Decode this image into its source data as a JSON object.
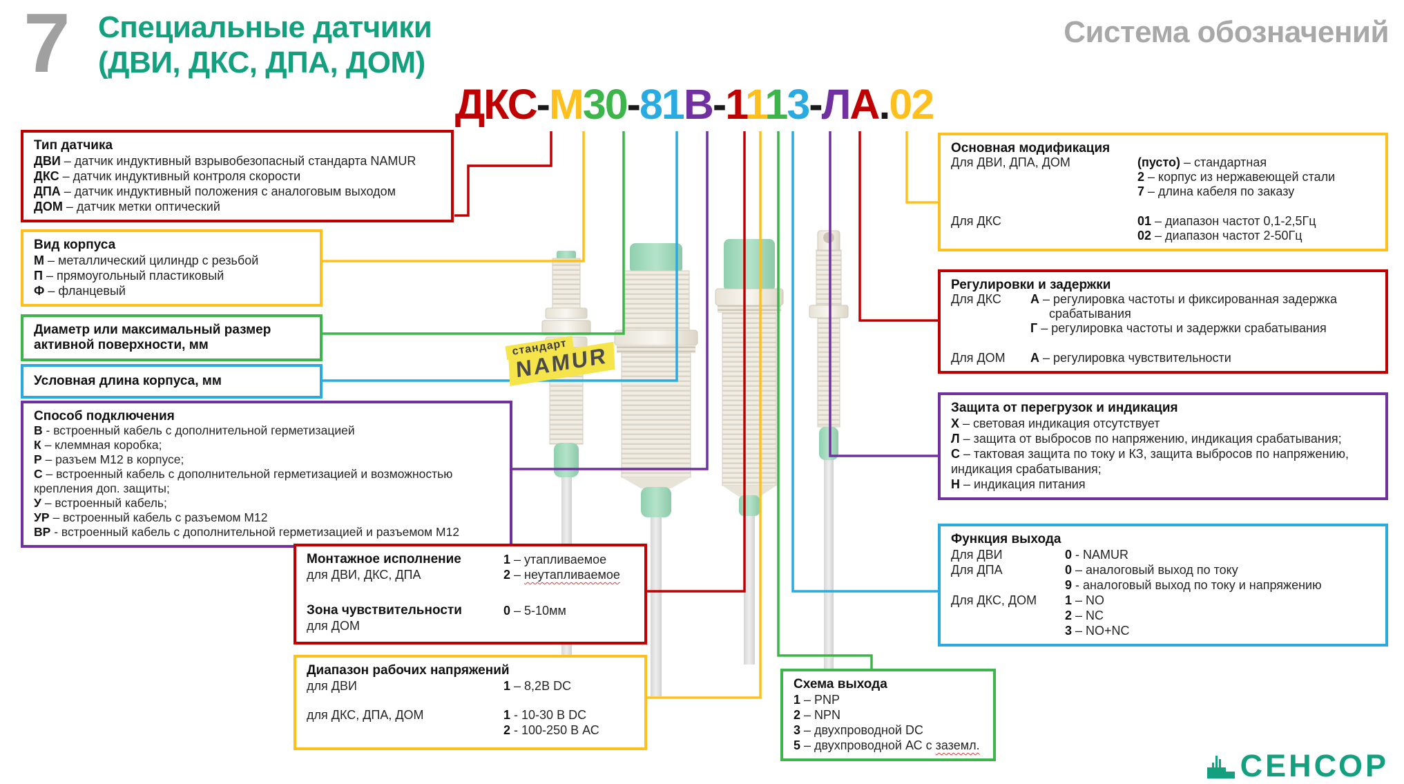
{
  "header": {
    "chapter_number": "7",
    "title_line1": "Специальные датчики",
    "title_line2": "(ДВИ, ДКС, ДПА, ДОМ)",
    "subtitle": "Система обозначений"
  },
  "code": {
    "full": "ДКС-М30-81В-1113-ЛА.02",
    "segments": [
      {
        "text": "ДКС",
        "color": "#c00000"
      },
      {
        "text": "-",
        "color": "#1a1a1a"
      },
      {
        "text": "М",
        "color": "#ffc01e"
      },
      {
        "text": "30",
        "color": "#3cb54a"
      },
      {
        "text": "-",
        "color": "#1a1a1a"
      },
      {
        "text": "81",
        "color": "#29abe2"
      },
      {
        "text": "В",
        "color": "#7030a0"
      },
      {
        "text": "-",
        "color": "#1a1a1a"
      },
      {
        "text": "1",
        "color": "#c00000"
      },
      {
        "text": "1",
        "color": "#ffc01e"
      },
      {
        "text": "1",
        "color": "#3cb54a"
      },
      {
        "text": "3",
        "color": "#29abe2"
      },
      {
        "text": "-",
        "color": "#1a1a1a"
      },
      {
        "text": "Л",
        "color": "#7030a0"
      },
      {
        "text": "А",
        "color": "#c00000"
      },
      {
        "text": ".",
        "color": "#1a1a1a"
      },
      {
        "text": "02",
        "color": "#ffc01e"
      }
    ]
  },
  "boxes": {
    "tip": {
      "title": "Тип датчика",
      "items": [
        {
          "c": "ДВИ",
          "t": "– датчик индуктивный взрывобезопасный стандарта NAMUR"
        },
        {
          "c": "ДКС",
          "t": "– датчик индуктивный контроля скорости"
        },
        {
          "c": "ДПА",
          "t": "– датчик индуктивный положения с аналоговым выходом"
        },
        {
          "c": "ДОМ",
          "t": "– датчик метки оптический"
        }
      ]
    },
    "vid": {
      "title": "Вид корпуса",
      "items": [
        {
          "c": "М",
          "t": "– металлический цилиндр с резьбой"
        },
        {
          "c": "П",
          "t": "– прямоугольный пластиковый"
        },
        {
          "c": "Ф",
          "t": "– фланцевый"
        }
      ]
    },
    "diam": {
      "title": "Диаметр или максимальный размер активной поверхности, мм"
    },
    "dlina": {
      "title": "Условная длина корпуса, мм"
    },
    "sposob": {
      "title": "Способ подключения",
      "items": [
        {
          "c": "В",
          "t": "- встроенный кабель с дополнительной герметизацией"
        },
        {
          "c": "К",
          "t": "– клеммная коробка;"
        },
        {
          "c": "Р",
          "t": "– разъем М12 в корпусе;"
        },
        {
          "c": "С",
          "t": "– встроенный кабель с дополнительной герметизацией и возможностью крепления доп. защиты;"
        },
        {
          "c": "У",
          "t": "– встроенный кабель;"
        },
        {
          "c": "УР",
          "t": "– встроенный кабель с разъемом М12"
        },
        {
          "c": "ВР",
          "t": "- встроенный кабель с дополнительной герметизацией и разъемом М12"
        }
      ]
    },
    "montazh": {
      "group1": {
        "title": "Монтажное исполнение",
        "sub": "для ДВИ, ДКС, ДПА",
        "vals": [
          {
            "c": "1",
            "t": "– утапливаемое"
          },
          {
            "c": "2",
            "t": "– ",
            "wavy": "неутапливаемое"
          }
        ]
      },
      "group2": {
        "title": "Зона чувствительности",
        "sub": "для ДОМ",
        "vals": [
          {
            "c": "0",
            "t": "– 5-10мм"
          }
        ]
      }
    },
    "diap": {
      "title": "Диапазон рабочих напряжений",
      "group1": {
        "label": "для ДВИ",
        "vals": [
          {
            "c": "1",
            "t": "– 8,2В DC"
          }
        ]
      },
      "group2": {
        "label": "для ДКС, ДПА, ДОМ",
        "vals": [
          {
            "c": "1",
            "t": "- 10-30 В DC"
          },
          {
            "c": "2",
            "t": "- 100-250 В АС"
          }
        ]
      }
    },
    "shema": {
      "title": "Схема выхода",
      "items": [
        {
          "c": "1",
          "t": "– PNP"
        },
        {
          "c": "2",
          "t": "– NPN"
        },
        {
          "c": "3",
          "t": "– двухпроводной DC"
        },
        {
          "c": "5",
          "t": "– двухпроводной АС с ",
          "wavy": "заземл."
        }
      ]
    },
    "modif": {
      "title": "Основная модификация",
      "group1": {
        "label": "Для ДВИ, ДПА, ДОМ",
        "vals": [
          {
            "c": "(пусто)",
            "t": "– стандартная"
          },
          {
            "c": "2",
            "t": "– корпус из нержавеющей стали"
          },
          {
            "c": "7",
            "t": "– длина кабеля по заказу"
          }
        ]
      },
      "group2": {
        "label": "Для ДКС",
        "vals": [
          {
            "c": "01",
            "t": "– диапазон частот 0,1-2,5Гц"
          },
          {
            "c": "02",
            "t": "– диапазон частот 2-50Гц"
          }
        ]
      }
    },
    "regul": {
      "title": "Регулировки и задержки",
      "group1": {
        "label": "Для ДКС",
        "vals": [
          {
            "c": "А",
            "t": "– регулировка частоты и фиксированная задержка срабатывания"
          },
          {
            "c": "Г",
            "t": "– регулировка частоты и задержки срабатывания"
          }
        ]
      },
      "group2": {
        "label": "Для ДОМ",
        "vals": [
          {
            "c": "А",
            "t": "– регулировка чувствительности"
          }
        ]
      }
    },
    "zash": {
      "title": "Защита от перегрузок и индикация",
      "items": [
        {
          "c": "Х",
          "t": "– световая индикация отсутствует"
        },
        {
          "c": "Л",
          "t": "– защита от выбросов по напряжению, индикация срабатывания;"
        },
        {
          "c": "С",
          "t": "– тактовая защита по току и КЗ, защита выбросов по напряжению, индикация срабатывания;"
        },
        {
          "c": "Н",
          "t": "– индикация питания"
        }
      ]
    },
    "funk": {
      "title": "Функция выхода",
      "group1": {
        "label": "Для ДВИ",
        "vals": [
          {
            "c": "0",
            "t": "- NAMUR"
          }
        ]
      },
      "group2": {
        "label": "Для ДПА",
        "vals": [
          {
            "c": "0",
            "t": "– аналоговый выход по току"
          },
          {
            "c": "9",
            "t": "- аналоговый выход по току и напряжению"
          }
        ]
      },
      "group3": {
        "label": "Для ДКС, ДОМ",
        "vals": [
          {
            "c": "1",
            "t": "– NO"
          },
          {
            "c": "2",
            "t": "– NC"
          },
          {
            "c": "3",
            "t": "– NO+NC"
          }
        ]
      }
    }
  },
  "badge": {
    "line1": "стандарт",
    "line2": "NAMUR"
  },
  "logo": {
    "name": "СЕНСОР"
  },
  "palette": {
    "red": "#c00000",
    "yellow": "#ffc01e",
    "green": "#3cb54a",
    "cyan": "#29abe2",
    "purple": "#7030a0",
    "teal": "#12a07e",
    "gray": "#a8a8a8",
    "badge_yellow": "#f6e44b"
  }
}
